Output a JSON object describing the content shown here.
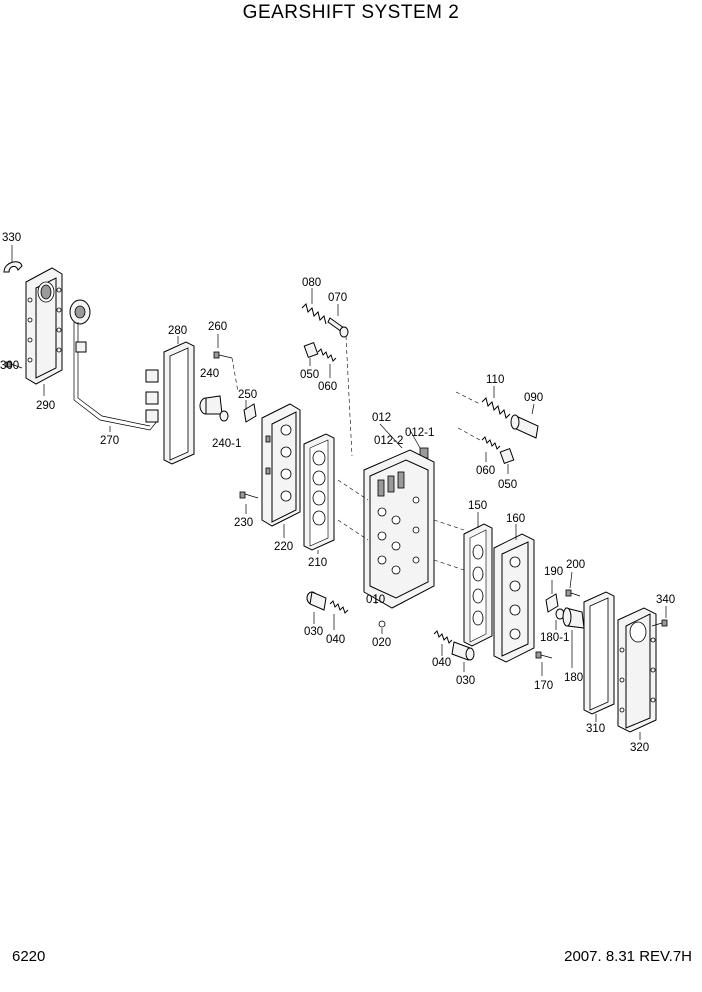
{
  "title": "GEARSHIFT SYSTEM 2",
  "page_number": "6220",
  "revision": "2007. 8.31  REV.7H",
  "labels": {
    "p330": "330",
    "p300": "300",
    "p290": "290",
    "p270": "270",
    "p280": "280",
    "p260": "260",
    "p240": "240",
    "p250": "250",
    "p240_1": "240-1",
    "p230": "230",
    "p220": "220",
    "p210": "210",
    "p080": "080",
    "p070": "070",
    "p050a": "050",
    "p060a": "060",
    "p012": "012",
    "p012_2": "012-2",
    "p012_1": "012-1",
    "p110": "110",
    "p090": "090",
    "p060b": "060",
    "p050b": "050",
    "p150": "150",
    "p160": "160",
    "p010": "010",
    "p030a": "030",
    "p040a": "040",
    "p020": "020",
    "p040b": "040",
    "p030b": "030",
    "p190": "190",
    "p200": "200",
    "p180_1": "180-1",
    "p170": "170",
    "p180": "180",
    "p340": "340",
    "p310": "310",
    "p320": "320"
  }
}
